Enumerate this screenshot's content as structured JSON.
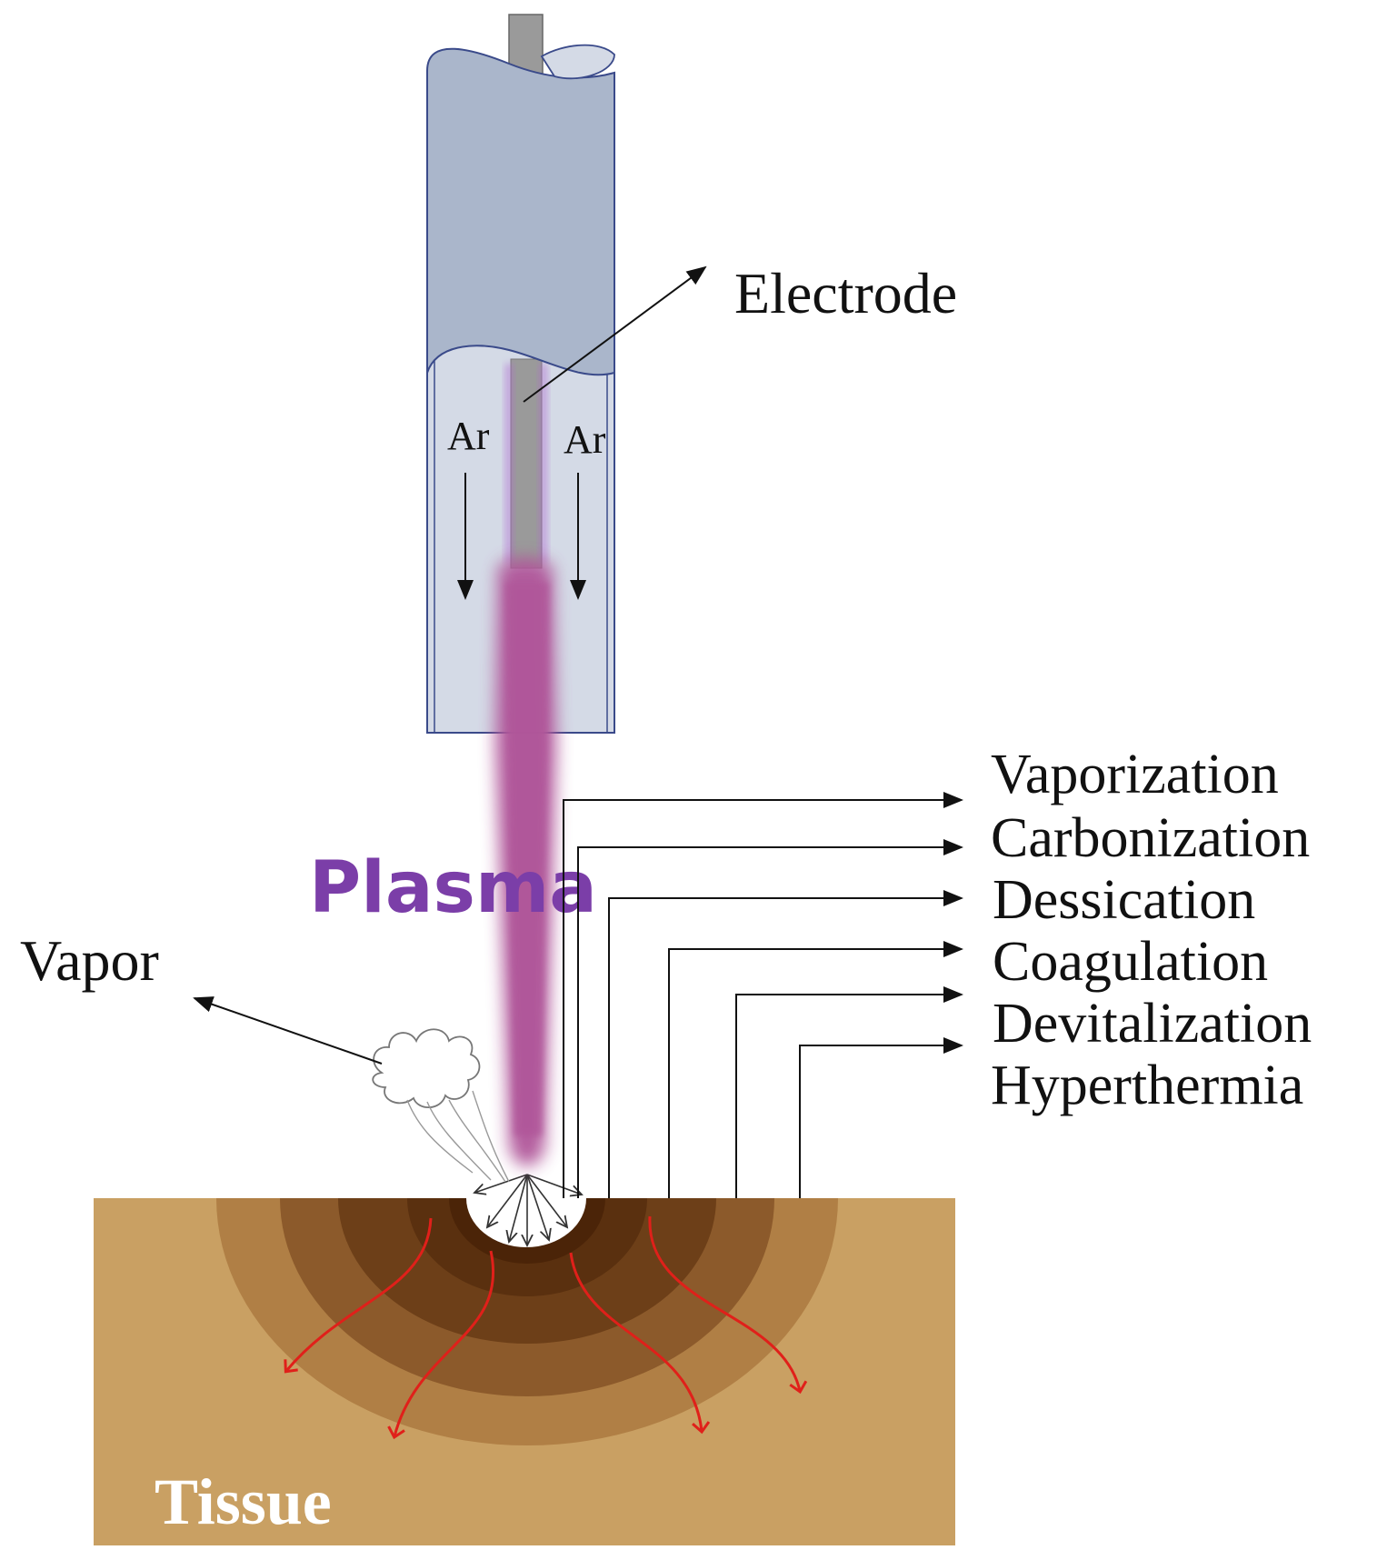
{
  "labels": {
    "electrode": "Electrode",
    "ar_left": "Ar",
    "ar_right": "Ar",
    "plasma": "Plasma",
    "vapor": "Vapor",
    "tissue": "Tissue"
  },
  "effects": [
    "Vaporization",
    "Carbonization",
    "Dessication",
    "Coagulation",
    "Devitalization",
    "Hyperthermia"
  ],
  "colors": {
    "tube_outer": "#aab6cb",
    "tube_inner": "#d4dae6",
    "tube_stroke": "#3a4a8a",
    "electrode": "#9a9a9a",
    "plasma": "#b0569a",
    "plasma_label": "#7b3ea8",
    "tissue_base": "#c9a063",
    "tissue_ring_1": "#b07f45",
    "tissue_ring_2": "#8c5a2b",
    "tissue_ring_3": "#6d3f18",
    "tissue_ring_4": "#5a300f",
    "heat_arrows": "#e0201a",
    "tissue_label": "#ffffff"
  }
}
